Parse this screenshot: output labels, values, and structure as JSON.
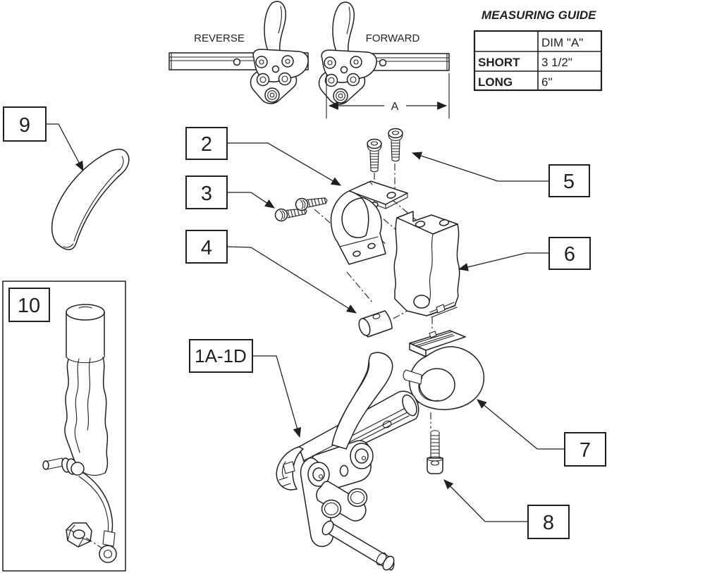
{
  "colors": {
    "line": "#231f20",
    "background": "#ffffff"
  },
  "orientation": {
    "reverse": "REVERSE",
    "forward": "FORWARD",
    "dim": "A"
  },
  "measuring_guide": {
    "title": "MEASURING GUIDE",
    "columns": [
      "",
      "DIM \"A\""
    ],
    "rows": [
      {
        "name": "SHORT",
        "value": "3 1/2\""
      },
      {
        "name": "LONG",
        "value": "6\""
      }
    ]
  },
  "callouts": {
    "c1": {
      "label": "1A-1D"
    },
    "c2": {
      "label": "2"
    },
    "c3": {
      "label": "3"
    },
    "c4": {
      "label": "4"
    },
    "c5": {
      "label": "5"
    },
    "c6": {
      "label": "6"
    },
    "c7": {
      "label": "7"
    },
    "c8": {
      "label": "8"
    },
    "c9": {
      "label": "9"
    },
    "c10": {
      "label": "10"
    }
  }
}
